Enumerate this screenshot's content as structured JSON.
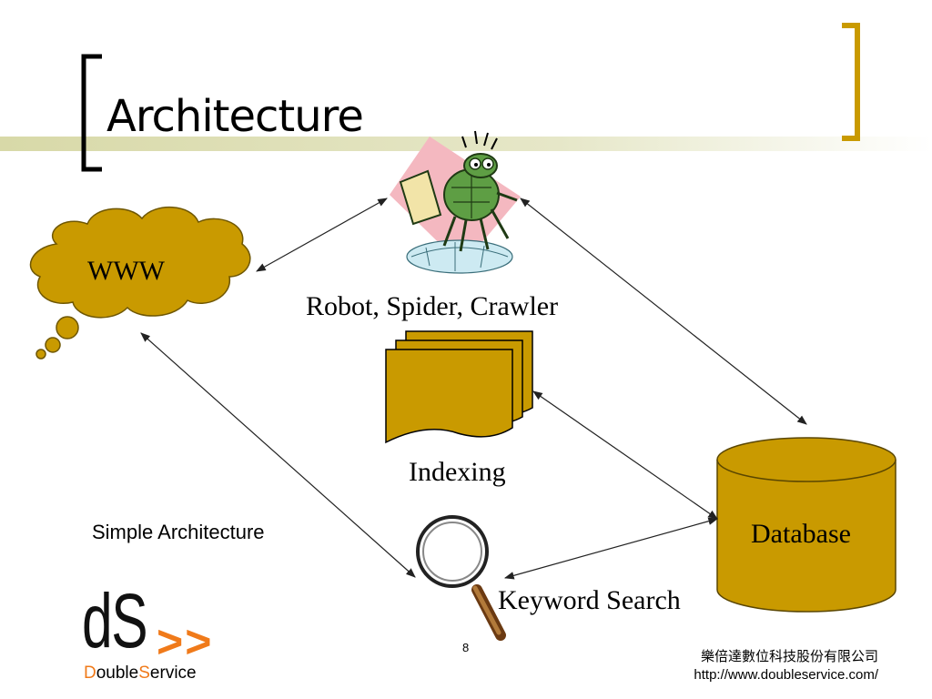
{
  "slide": {
    "title": "Architecture",
    "page_number": "8",
    "caption": "Simple Architecture"
  },
  "nodes": {
    "www": "WWW",
    "robot": "Robot, Spider, Crawler",
    "indexing": "Indexing",
    "database": "Database",
    "keyword_search": "Keyword Search"
  },
  "footer": {
    "company_name": "樂倍達數位科技股份有限公司",
    "company_url": "http://www.doubleservice.com/"
  },
  "logo": {
    "mark": "dS",
    "arrows": ">>",
    "word_first_letter": "D",
    "word_part1": "ouble",
    "word_second_letter": "S",
    "word_part2": "ervice"
  },
  "colors": {
    "gold": "#C99A00",
    "accent_orange": "#F07A1A",
    "title_bar": "#D8D9A8"
  }
}
